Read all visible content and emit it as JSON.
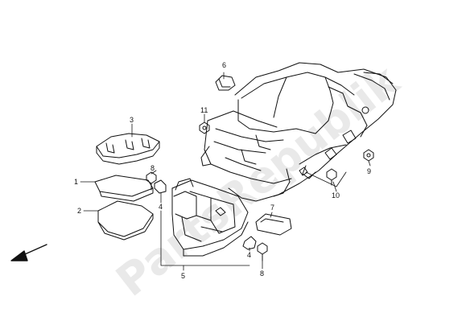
{
  "watermark": "PartsRepublik",
  "callouts": [
    {
      "id": "1",
      "text": "1"
    },
    {
      "id": "2",
      "text": "2"
    },
    {
      "id": "3",
      "text": "3"
    },
    {
      "id": "4a",
      "text": "4"
    },
    {
      "id": "4b",
      "text": "4"
    },
    {
      "id": "5",
      "text": "5"
    },
    {
      "id": "6",
      "text": "6"
    },
    {
      "id": "7",
      "text": "7"
    },
    {
      "id": "8a",
      "text": "8"
    },
    {
      "id": "8b",
      "text": "8"
    },
    {
      "id": "9",
      "text": "9"
    },
    {
      "id": "10",
      "text": "10"
    },
    {
      "id": "11",
      "text": "11"
    }
  ]
}
